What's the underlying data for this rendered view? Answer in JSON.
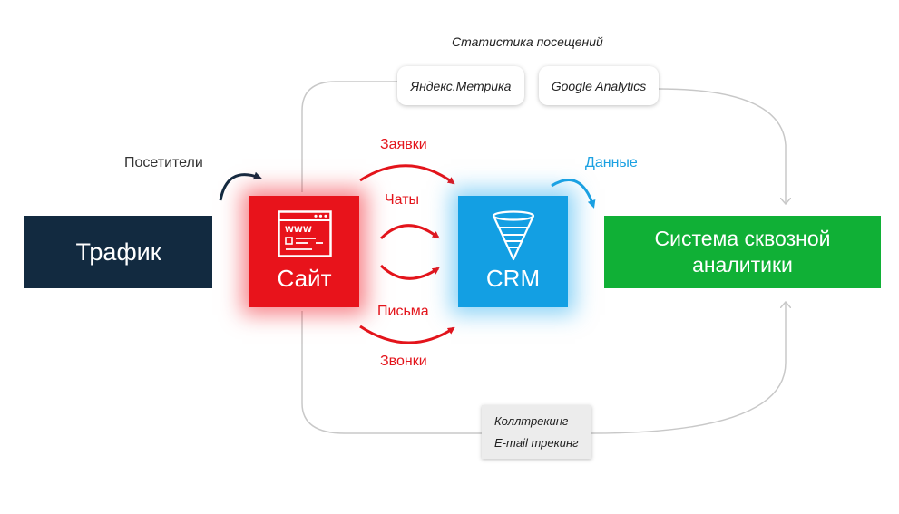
{
  "nodes": {
    "traffic": "Трафик",
    "site": "Сайт",
    "crm": "CRM",
    "analytics_line1": "Система сквозной",
    "analytics_line2": "аналитики"
  },
  "edges": {
    "visitors": "Посетители",
    "requests": "Заявки",
    "chats": "Чаты",
    "letters": "Письма",
    "calls": "Звонки",
    "data": "Данные"
  },
  "top_group": {
    "title": "Статистика посещений",
    "tools": [
      "Яндекс.Метрика",
      "Google Analytics"
    ]
  },
  "bottom_group": {
    "tools": [
      "Коллтрекинг",
      "E-mail трекинг"
    ]
  },
  "colors": {
    "traffic": "#122a40",
    "site": "#e8131b",
    "crm": "#139fe3",
    "analytics": "#10b036",
    "red_text": "#e3141b",
    "blue_text": "#1ba1e2",
    "connector": "#c8c8c8"
  }
}
